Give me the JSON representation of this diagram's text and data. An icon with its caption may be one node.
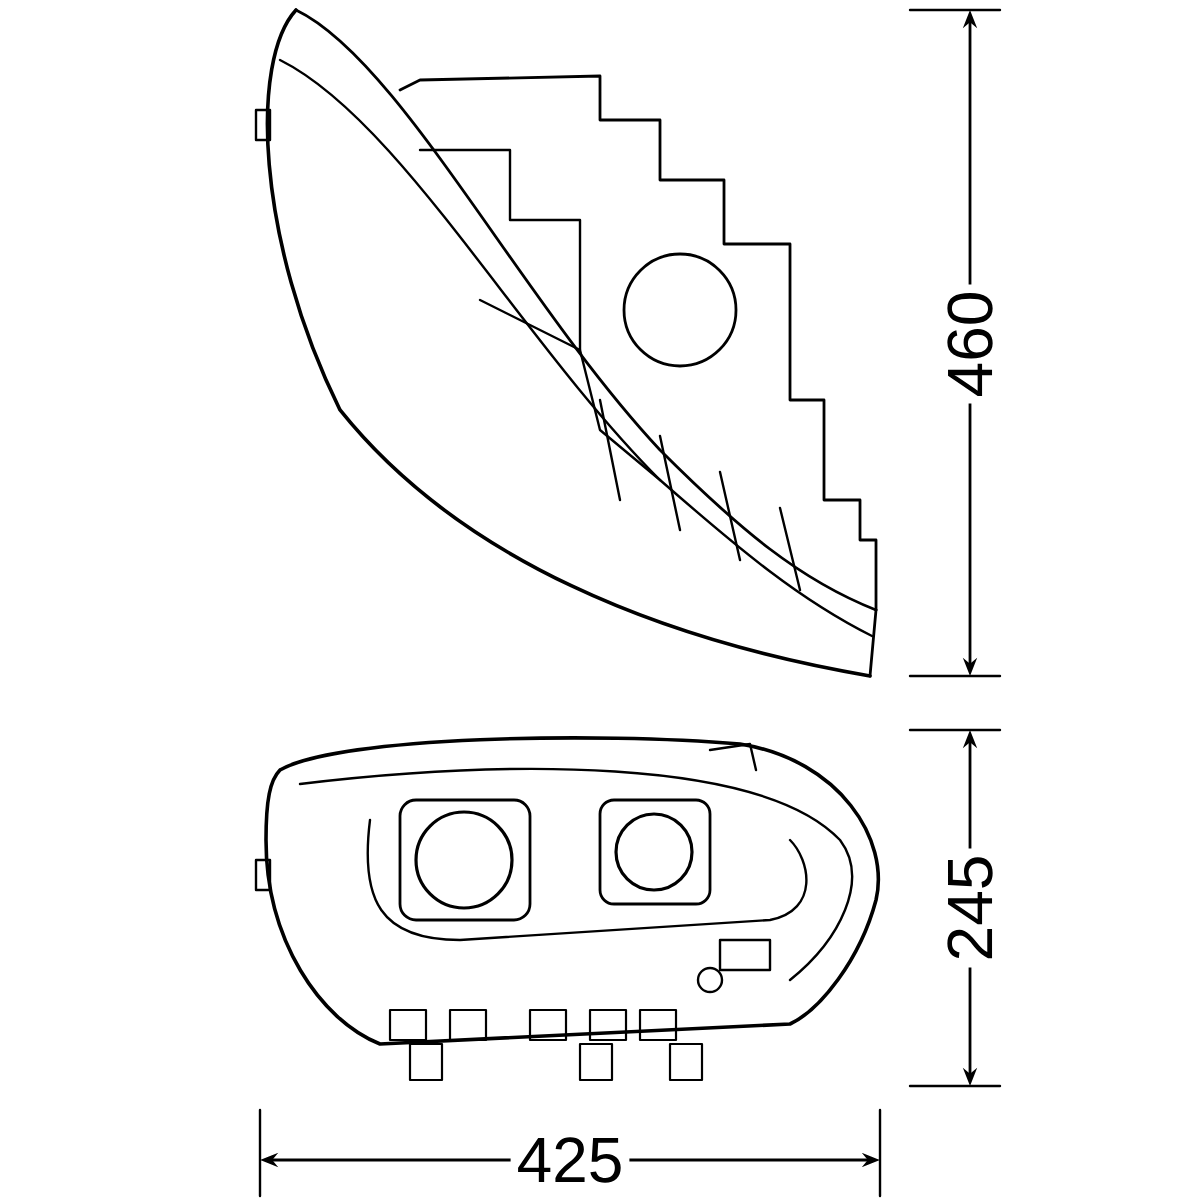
{
  "diagram": {
    "labels": [
      "460",
      "245",
      "425"
    ]
  }
}
